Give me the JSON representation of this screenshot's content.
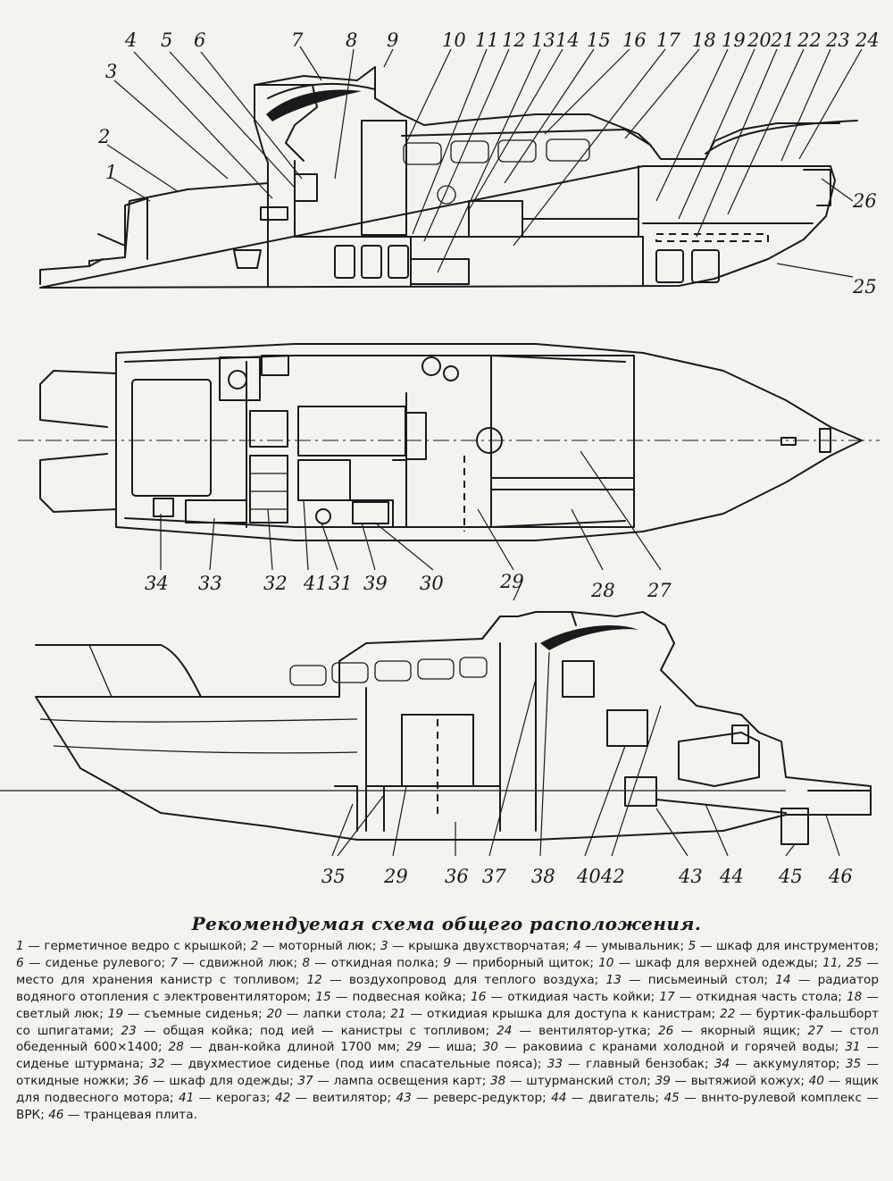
{
  "caption": "Рекомендуемая схема общего расположения.",
  "callouts": {
    "top": [
      "1",
      "2",
      "3",
      "4",
      "5",
      "6",
      "7",
      "8",
      "9",
      "10",
      "11",
      "12",
      "13",
      "14",
      "15",
      "16",
      "17",
      "18",
      "19",
      "20",
      "21",
      "22",
      "23",
      "24",
      "25",
      "26"
    ],
    "plan": [
      "27",
      "28",
      "29",
      "30",
      "31",
      "32",
      "33",
      "34",
      "39",
      "41"
    ],
    "side": [
      "29",
      "35",
      "36",
      "37",
      "38",
      "40",
      "42",
      "43",
      "44",
      "45",
      "46"
    ]
  },
  "legend": [
    {
      "n": "1",
      "text": "герметичное ведро с крышкой"
    },
    {
      "n": "2",
      "text": "моторный люк"
    },
    {
      "n": "3",
      "text": "крышка двухстворчатая"
    },
    {
      "n": "4",
      "text": "умывальник"
    },
    {
      "n": "5",
      "text": "шкаф для инструментов"
    },
    {
      "n": "6",
      "text": "сиденье рулевого"
    },
    {
      "n": "7",
      "text": "сдвижной люк"
    },
    {
      "n": "8",
      "text": "откидная полка"
    },
    {
      "n": "9",
      "text": "приборный щиток"
    },
    {
      "n": "10",
      "text": "шкаф для верхней одежды"
    },
    {
      "n": "11, 25",
      "text": "место для хранения канистр с топливом"
    },
    {
      "n": "12",
      "text": "воздухопровод для теплого воздуха"
    },
    {
      "n": "13",
      "text": "письмеиный стол"
    },
    {
      "n": "14",
      "text": "радиатор водяного отопления с электровентилятором"
    },
    {
      "n": "15",
      "text": "подвесная койка"
    },
    {
      "n": "16",
      "text": "откидиая часть койки"
    },
    {
      "n": "17",
      "text": "откидная часть стола"
    },
    {
      "n": "18",
      "text": "светлый люк"
    },
    {
      "n": "19",
      "text": "съемные сиденья"
    },
    {
      "n": "20",
      "text": "лапки стола"
    },
    {
      "n": "21",
      "text": "откидиая крышка для доступа к канистрам"
    },
    {
      "n": "22",
      "text": "буртик-фальшборт со шпигатами"
    },
    {
      "n": "23",
      "text": "общая койка; под ией — канистры с топливом"
    },
    {
      "n": "24",
      "text": "вентилятор-утка"
    },
    {
      "n": "26",
      "text": "якорный ящик"
    },
    {
      "n": "27",
      "text": "стол обеденный 600×1400"
    },
    {
      "n": "28",
      "text": "дван-койка длиной 1700 мм"
    },
    {
      "n": "29",
      "text": "иша"
    },
    {
      "n": "30",
      "text": "раковииа с кранами холодной и горячей воды"
    },
    {
      "n": "31",
      "text": "сиденье штурмана"
    },
    {
      "n": "32",
      "text": "двухместиое сиденье (под иим спасательные пояса)"
    },
    {
      "n": "33",
      "text": "главный бензобак"
    },
    {
      "n": "34",
      "text": "аккумулятор"
    },
    {
      "n": "35",
      "text": "откидные ножки"
    },
    {
      "n": "36",
      "text": "шкаф для одежды"
    },
    {
      "n": "37",
      "text": "лампа освещения карт"
    },
    {
      "n": "38",
      "text": "штурманский стол"
    },
    {
      "n": "39",
      "text": "вытяжиой кожух"
    },
    {
      "n": "40",
      "text": "ящик для подвесного мотора"
    },
    {
      "n": "41",
      "text": "керогаз"
    },
    {
      "n": "42",
      "text": "веитилятор"
    },
    {
      "n": "43",
      "text": "реверс-редуктор"
    },
    {
      "n": "44",
      "text": "двигатель"
    },
    {
      "n": "45",
      "text": "вннто-рулевой комплекс — ВРК"
    },
    {
      "n": "46",
      "text": "транцевая плита"
    }
  ]
}
